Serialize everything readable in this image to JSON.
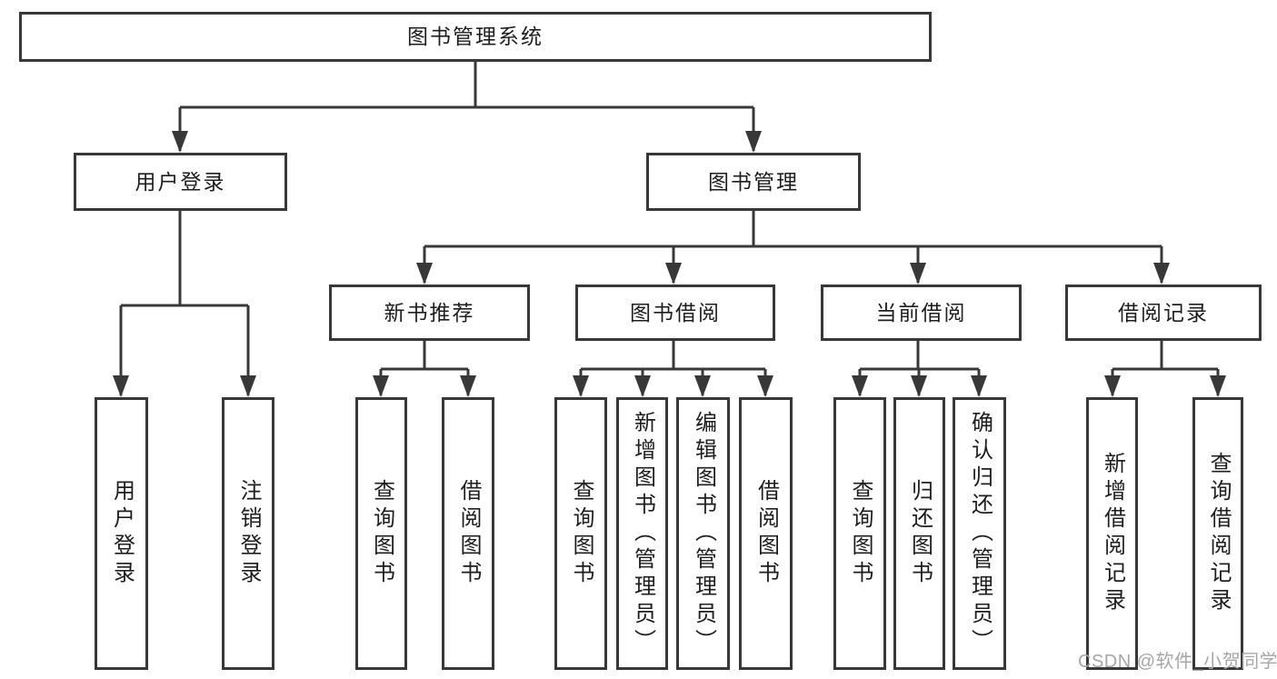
{
  "diagram": {
    "tree": {
      "label": "图书管理系统",
      "children": [
        {
          "label": "用户登录",
          "children": [
            {
              "label": "用户登录"
            },
            {
              "label": "注销登录"
            }
          ]
        },
        {
          "label": "图书管理",
          "children": [
            {
              "label": "新书推荐",
              "children": [
                {
                  "label": "查询图书"
                },
                {
                  "label": "借阅图书"
                }
              ]
            },
            {
              "label": "图书借阅",
              "children": [
                {
                  "label": "查询图书"
                },
                {
                  "label": "新增图书（管理员）"
                },
                {
                  "label": "编辑图书（管理员）"
                },
                {
                  "label": "借阅图书"
                }
              ]
            },
            {
              "label": "当前借阅",
              "children": [
                {
                  "label": "查询图书"
                },
                {
                  "label": "归还图书"
                },
                {
                  "label": "确认归还（管理员）"
                }
              ]
            },
            {
              "label": "借阅记录",
              "children": [
                {
                  "label": "新增借阅记录"
                },
                {
                  "label": "查询借阅记录"
                }
              ]
            }
          ]
        }
      ]
    },
    "colors": {
      "line": "#383838",
      "text": "#1e1e1e",
      "background": "#ffffff",
      "watermark": "#a6a6a6"
    }
  },
  "watermark": {
    "text": "CSDN @软件_小贺同学"
  }
}
